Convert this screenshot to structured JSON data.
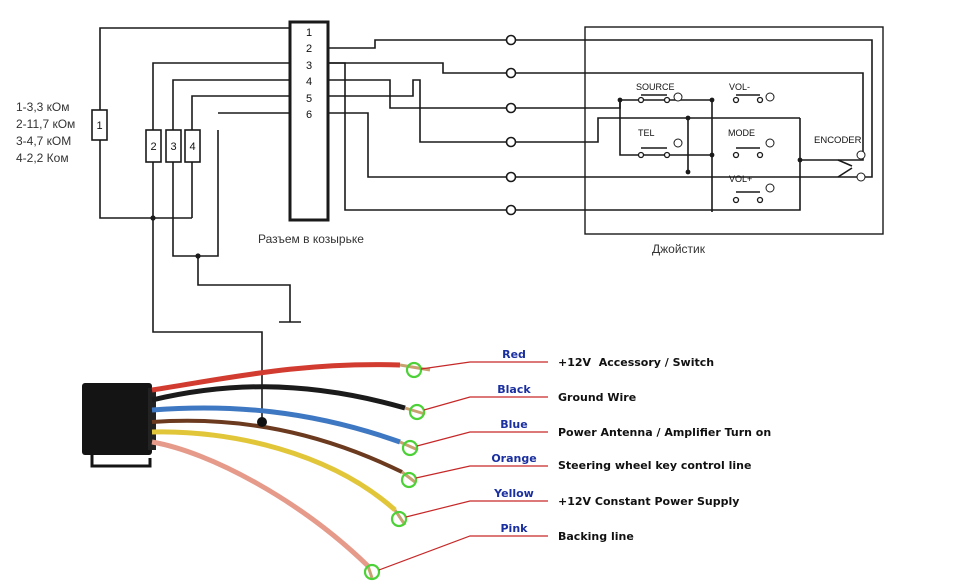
{
  "legend": {
    "lines": [
      "1-3,3 кОм",
      "2-11,7 кОм",
      "3-4,7 кОМ",
      "4-2,2 Ком"
    ]
  },
  "resistors": [
    "1",
    "2",
    "3",
    "4"
  ],
  "connector": {
    "pins": [
      "1",
      "2",
      "3",
      "4",
      "5",
      "6"
    ],
    "label": "Разъем в козырьке"
  },
  "joystick": {
    "label": "Джойстик",
    "buttons": [
      "SOURCE",
      "VOL-",
      "TEL",
      "MODE",
      "VOL+"
    ],
    "encoder": "ENCODER"
  },
  "wires": [
    {
      "color_name": "Red",
      "function": "+12V  Accessory / Switch",
      "color": "#d23b2f"
    },
    {
      "color_name": "Black",
      "function": "Ground Wire",
      "color": "#1b1b1b"
    },
    {
      "color_name": "Blue",
      "function": "Power Antenna / Amplifier Turn on",
      "color": "#3f78c2"
    },
    {
      "color_name": "Orange",
      "function": "Steering wheel key control line",
      "color": "#6b3a1f"
    },
    {
      "color_name": "Yellow",
      "function": "+12V Constant Power Supply",
      "color": "#e2c63a"
    },
    {
      "color_name": "Pink",
      "function": "Backing line",
      "color": "#e69a8a"
    }
  ],
  "colors": {
    "label_blue": "#1a2fa0",
    "callout_red": "#c62828",
    "marker_green": "#4cd137"
  }
}
